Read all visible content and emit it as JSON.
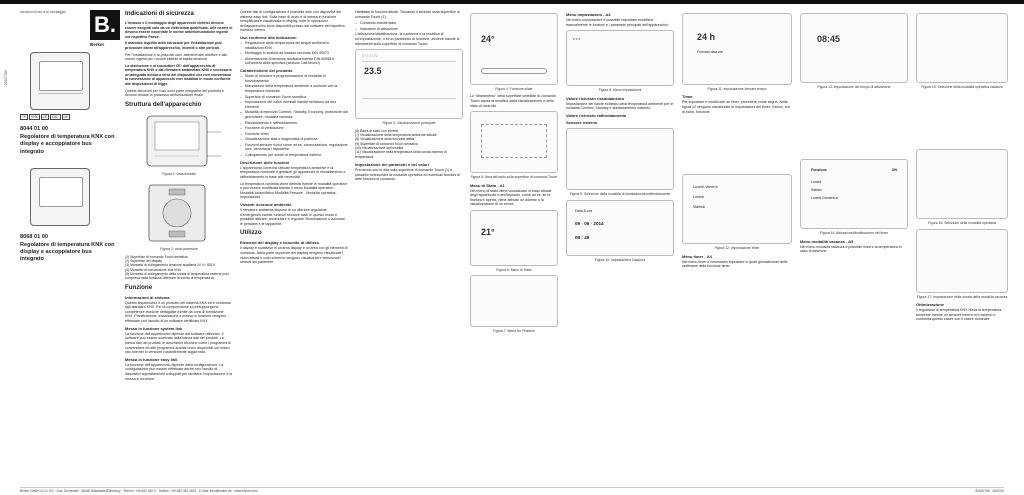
{
  "doc": {
    "lang_top": "Istruzioni d'uso e di montaggio",
    "brand": "Berker",
    "side_label": "82600766",
    "product1_number": "8044 01 00",
    "product1_title": "Regolatore di temperatura KNX con display e accoppiatore bus integrato",
    "product2_number": "8068 01 00",
    "product2_title": "Regolatore di temperatura KNX con display e accoppiatore bus integrato",
    "footer_left": "Berker GmbH & Co. KG · Zum Gunterstal · 66440 Blieskastel/Germany · Telefon: +49 682 340 0 · Telefax: +49 682 340 4523 · E-Mail: info@berker.de · www.berker.com",
    "footer_right": "82600766 · 06/2020",
    "colors": {
      "accent": "#111111",
      "dark": "#222222"
    },
    "badges": [
      "TP",
      "KNX",
      "CE",
      "EAC",
      "UK"
    ]
  },
  "col2": {
    "heading_safety": "Indicazioni di sicurezza",
    "safety_1": "L'incasso e il montaggio degli apparecchi elettrici devono essere eseguiti solo da un elettricista qualificato. Alle norme si devono essere osservate le norme antinfortunistiche vigenti nel rispettivo Paese.",
    "safety_2": "Il mancato rispetto delle istruzioni per l'installazione può provocare danni all'apparecchio, incendi o altri pericoli.",
    "safety_3": "Per l'installazione e la posa dei cavi, attenersi alle direttive e alle norme vigenti per i circuiti elettrici di bassa tensione.",
    "safety_4": "La distinzione e ai conduttori CE: dall'apparecchio di temperatura KNX e dal rilevatore ambientale KNX è necessario un'adeguata messa a terra dei dispositivi che non consentano la connessione di apparecchi non installati in modo conforme alle disposizioni di legge.",
    "safety_5": "Queste istruzioni per l'uso sono parte integrante del prodotto e devono restare in possesso dell'utilizzatore finale.",
    "heading_structure": "Struttura dell'apparecchio",
    "fig1_cap": "Figura 1: vista frontale",
    "fig2_cap": "Figura 2: vista posteriore",
    "legend": [
      "(1) Superficie di comando Touch sensitiva",
      "(2) Superficie del display",
      "(3) Morsetto di collegamento tensione ausiliaria 24 V= SELV",
      "(4) Morsetto di connessione bus KNX",
      "(5) Morsetto di collegamento della sonda di temperatura esterna (non compresa nella fornitura, afferrare la sonda di temperatura)"
    ],
    "heading_function": "Funzione",
    "info_h": "Informazioni di sistema",
    "info_p": "Questo apparecchio è un prodotto del sistema KNX ed è conforme agli standard KNX. Per la comprensione si presuppongono competenze tecniche dettagliate fornite da corsi di formazione KNX. Pianificazione, installazione e messa in funzione vengono effettuate con l'ausilio di un software certificato KNX.",
    "mode_h": "Messa in funzione system link",
    "mode_p": "La funzione dell'apparecchio dipende dal software utilizzato. Il software può essere scaricato dalla banca dati dei prodotti. La banca dati dei prodotti, le descrizioni tecniche come i programmi di conversione ed altri programmi ausiliari sono disponibili sul nostro sito Internet in versione costantemente aggiornata.",
    "easy_h": "Messa in funzione easy link",
    "easy_p": "La funzione dell'apparecchio dipende dalla configurazione. La configurazione può essere effettuata anche con l'ausilio di dispositivi appositamente sviluppati per facilitare l'impostazione e la messa in funzione."
  },
  "col3": {
    "p1": "Queste fasi di configurazione è possibile solo con dispositivi del sistema easy link. Sulla base di avvio e di messa in funzione semplificata e visualizzata in display, tutte le operazioni dell'apparecchio sono disponibili presso dal software del rispettivo indirizzo interno.",
    "use_h": "Uso conforme alla indicazioni",
    "use_list": [
      "Regolazione della temperatura dei singoli ambienti in installazioni KNX",
      "Montaggio in scatola da incasso secondo DIN 49073",
      "Alimentazione di tensione ausiliaria tramite DIN 60558 e sull'ambito della specifica (sezione Dati tecnici)"
    ],
    "prod_h": "Caratteristiche del prodotto",
    "prod_list": [
      "Modo di funzione e programmazione di modalità di funzionamento",
      "Misurazione della temperatura ambiente a controllo con la temperatura nominale",
      "Superficie di comando Touch sensitiva",
      "Impostazione dei valori nominali tramite selezione da due elementi",
      "Modalità di esercizio Comfort, Standby, Economy, protezione dal gelo/calore, modalità vacanza",
      "Riscaldamento e raffreddamento",
      "Funzione di ventilazione",
      "Funzione timer",
      "Visualizzazione stati e diagnostica di potenza",
      "Funzioni sensore fuoco come ad es. commutazione, regolazione luce, veneziana / tapparella",
      "Collegamento per sonde di temperatura esterne"
    ],
    "desc_h": "Descrizione delle funzioni",
    "desc_p1": "L'apparecchio controlla l'attuale temperatura ambiente e la temperatura nominale e gestisce gli apparecchi di riscaldamento e raffreddamento in base alle necessità.",
    "desc_p2": "La temperatura richiesta viene definita tramite le modalità operative e può essere modificata tramite il menu Modalità operative - Modalità locale/Attivo Modalità Persone - Modalità operativa - Impostazioni.",
    "var_h": "Varianti ricezione ambiente",
    "var_p": "Il rilevatore ambiente dispone di un ulteriore regolatore d'emergenza tramite funzioni sensore stati. In questo modo è possibile attivare, commutare e regolare l'illuminazione o azionare le persiane e le tapparelle.",
    "util_h": "Utilizzo",
    "util_sub": "Elementi del display e concetto di utilizzo",
    "util_p": "Il display è suddiviso in un'area display e un'area con gli elementi di comando. Nella parte superiore del display vengono visualizzati i valori attuali e sullo schermo vengono visualizzati e selezionati i simboli dei parametri."
  },
  "col4": {
    "p1": "Habilitare le funzioni attuali. Toccando il simbolo sulla superficie di comando Touch (1).",
    "list": [
      "Comando tramite tasto",
      "Indicatore di attivazione"
    ],
    "p2": "L'attivazione/disattivazione, la conferma e la modifica di un'impostazione, o di un parametro di funzione, avviene tramite le sfioramenti sulla superficie di comando Touch.",
    "fig3_cap": "Figura 3: Visualizzazione principale",
    "legend": [
      "(6) Barra di stato con simboli",
      "(7) Visualizzazione della temperatura ambiente attuale",
      "(8) Visualizzazione della funzione attiva",
      "(9) Superficie di comando Touch sensitiva",
      "(10) Visualizzazione dell'umidità",
      "(11) Visualizzazione della temperatura della sonda esterna di temperatura"
    ],
    "impost_h": "Impostazione dei parametri e dei valori",
    "impost_p": "Premendo con le dita sulla superficie di comando Touch (1) è possibile selezionare la modalità operativa ed eventuali funzioni di altre funzioni di comando."
  },
  "col5": {
    "fig4_cap": "Figura 4: Funzione slider",
    "p1": "Lo \"sfioramento\" della superficie sensibile di comando Touch causa la modifica della visualizzazione o dello stato di controllo.",
    "fig5_cap": "Figura 5: Area del tasto sulla superficie di comando Touch",
    "fig6_cap": "Figura 6: Menu di Stato",
    "fig7_cap": "Figura 7: Menu No Problem",
    "menu_h": "Menu di Stato - A1",
    "menu_p": "Nel menu di stato viene visualizzato lo stato attuale degli apparecchi e dell'impianto, come ad es. se la finestra è aperta, viene attivato un allarme o la visualizzazione di un errore."
  },
  "col6": {
    "menu_h": "Menu impostazioni - A3",
    "menu_p": "Nel menu impostazioni è possibile impostare modifiche manualmente le funzioni e i parametri principali dell'apparecchio.",
    "fig8_cap": "Figura 8: Menu impostazioni",
    "fig9_cap": "Figura 9: Selezione della modalità di riscaldamento/raffreddamento",
    "fig10_cap": "Figura 10: Impostazione Data/ora",
    "date_text": "Data & ora",
    "date_value": "09 · 06 · 2014",
    "time_value": "08 : 45",
    "heat_h": "Valore richiesto riscaldamento",
    "heat_p": "Impostazione del valore richiesto della temperatura ambiente per le modalità Comfort, Standby e abbassamento notturno.",
    "cool_h": "Valore richiesto raffreddamento",
    "sensor_h": "Sensore esterno"
  },
  "col7": {
    "fig11_cap": "Figura 11: Impostazione formato tempo",
    "fig12_cap": "Figura 12: Impostazione timer",
    "timer_h": "Timer",
    "timer_p": "Per impostare e modificare un timer, procedere come segue. Nella figura 12 vengono visualizzate le impostazioni del timer: Giorno, ora di inizio, funzione.",
    "menu_h": "Menu timer - A4",
    "menu_p": "Nel menu timer è necessario impostare le quali giornate/orari delle settimane della funzione timer.",
    "timer_items": [
      "Lunedì-Venerdì",
      "Lunedì",
      "Martedì"
    ],
    "time_format": "24 h",
    "time_format_sub": "Formato data ore"
  },
  "col8": {
    "fig13_cap": "Figura 13: Impostazione del tempo di attivazione",
    "fig14_cap": "Figura 14: Attivazione/disattivazione del timer",
    "vac_h": "Menu modalità vacanza - A5",
    "vac_p": "Nel menu modalità vacanza è possibile ridurre la temperatura in caso di assenza.",
    "tone_items": [
      "Lunedì",
      "Sabato",
      "Lunedì-Domenica"
    ],
    "function_label": "Funzione",
    "on_label": "ON"
  },
  "col9": {
    "fig15_cap": "Figura 15: Selezione della modalità operativa vacanza",
    "fig16_cap": "Figura 16: Selezione della modalità operativa",
    "fig17_cap": "Figura 17: Impostazione della durata della modalità vacanza",
    "ops_h": "Ottimizzazione",
    "ops_p": "Il regolatore di temperatura KNX rileva la temperatura ambiente tramite un sensore interno e/o esterno e confronta questo valore con il valore nominale."
  }
}
